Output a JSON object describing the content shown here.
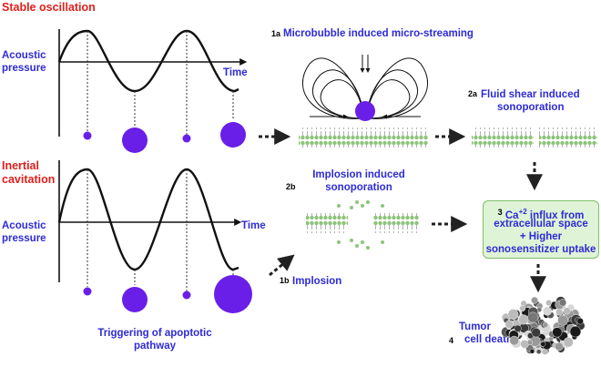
{
  "colors": {
    "red_label": "#e0201c",
    "blue_label": "#2e2bd6",
    "bubble": "#6a1fe8",
    "membrane_green": "#7ebd6a",
    "box_fill": "#dff3d6",
    "box_border": "#7fbf6a"
  },
  "stable": {
    "title": "Stable oscillation",
    "y_label_1": "Acoustic",
    "y_label_2": "pressure",
    "x_label": "Time"
  },
  "inertial": {
    "title_1": "Inertial",
    "title_2": "cavitation",
    "y_label_1": "Acoustic",
    "y_label_2": "pressure",
    "x_label": "Time"
  },
  "apoptosis": {
    "line1": "Triggering of apoptotic",
    "line2": "pathway"
  },
  "steps": {
    "s1a_num": "1a",
    "s1a_text": "Microbubble induced micro-streaming",
    "s2a_num": "2a",
    "s2a_line1": "Fluid shear induced",
    "s2a_line2": "sonoporation",
    "s2b_num": "2b",
    "s2b_line1": "Implosion induced",
    "s2b_line2": "sonoporation",
    "s1b_num": "1b",
    "s1b_text": "Implosion",
    "s3_num": "3",
    "s3_line1": "Ca",
    "s3_sup": "+2",
    "s3_line1b": " influx from",
    "s3_line2": "extracellular space",
    "s3_line3": "+ Higher",
    "s3_line4": "sonosensitizer uptake",
    "s4_num": "4",
    "s4_line1": "Tumor",
    "s4_line2": "cell death"
  }
}
